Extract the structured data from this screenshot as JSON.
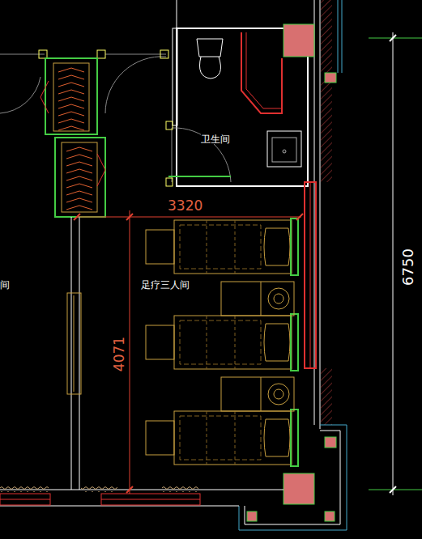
{
  "diagram": {
    "labels": [
      "卫生间",
      "3320",
      "足疗三人间",
      "4071",
      "6750",
      "间"
    ]
  }
}
